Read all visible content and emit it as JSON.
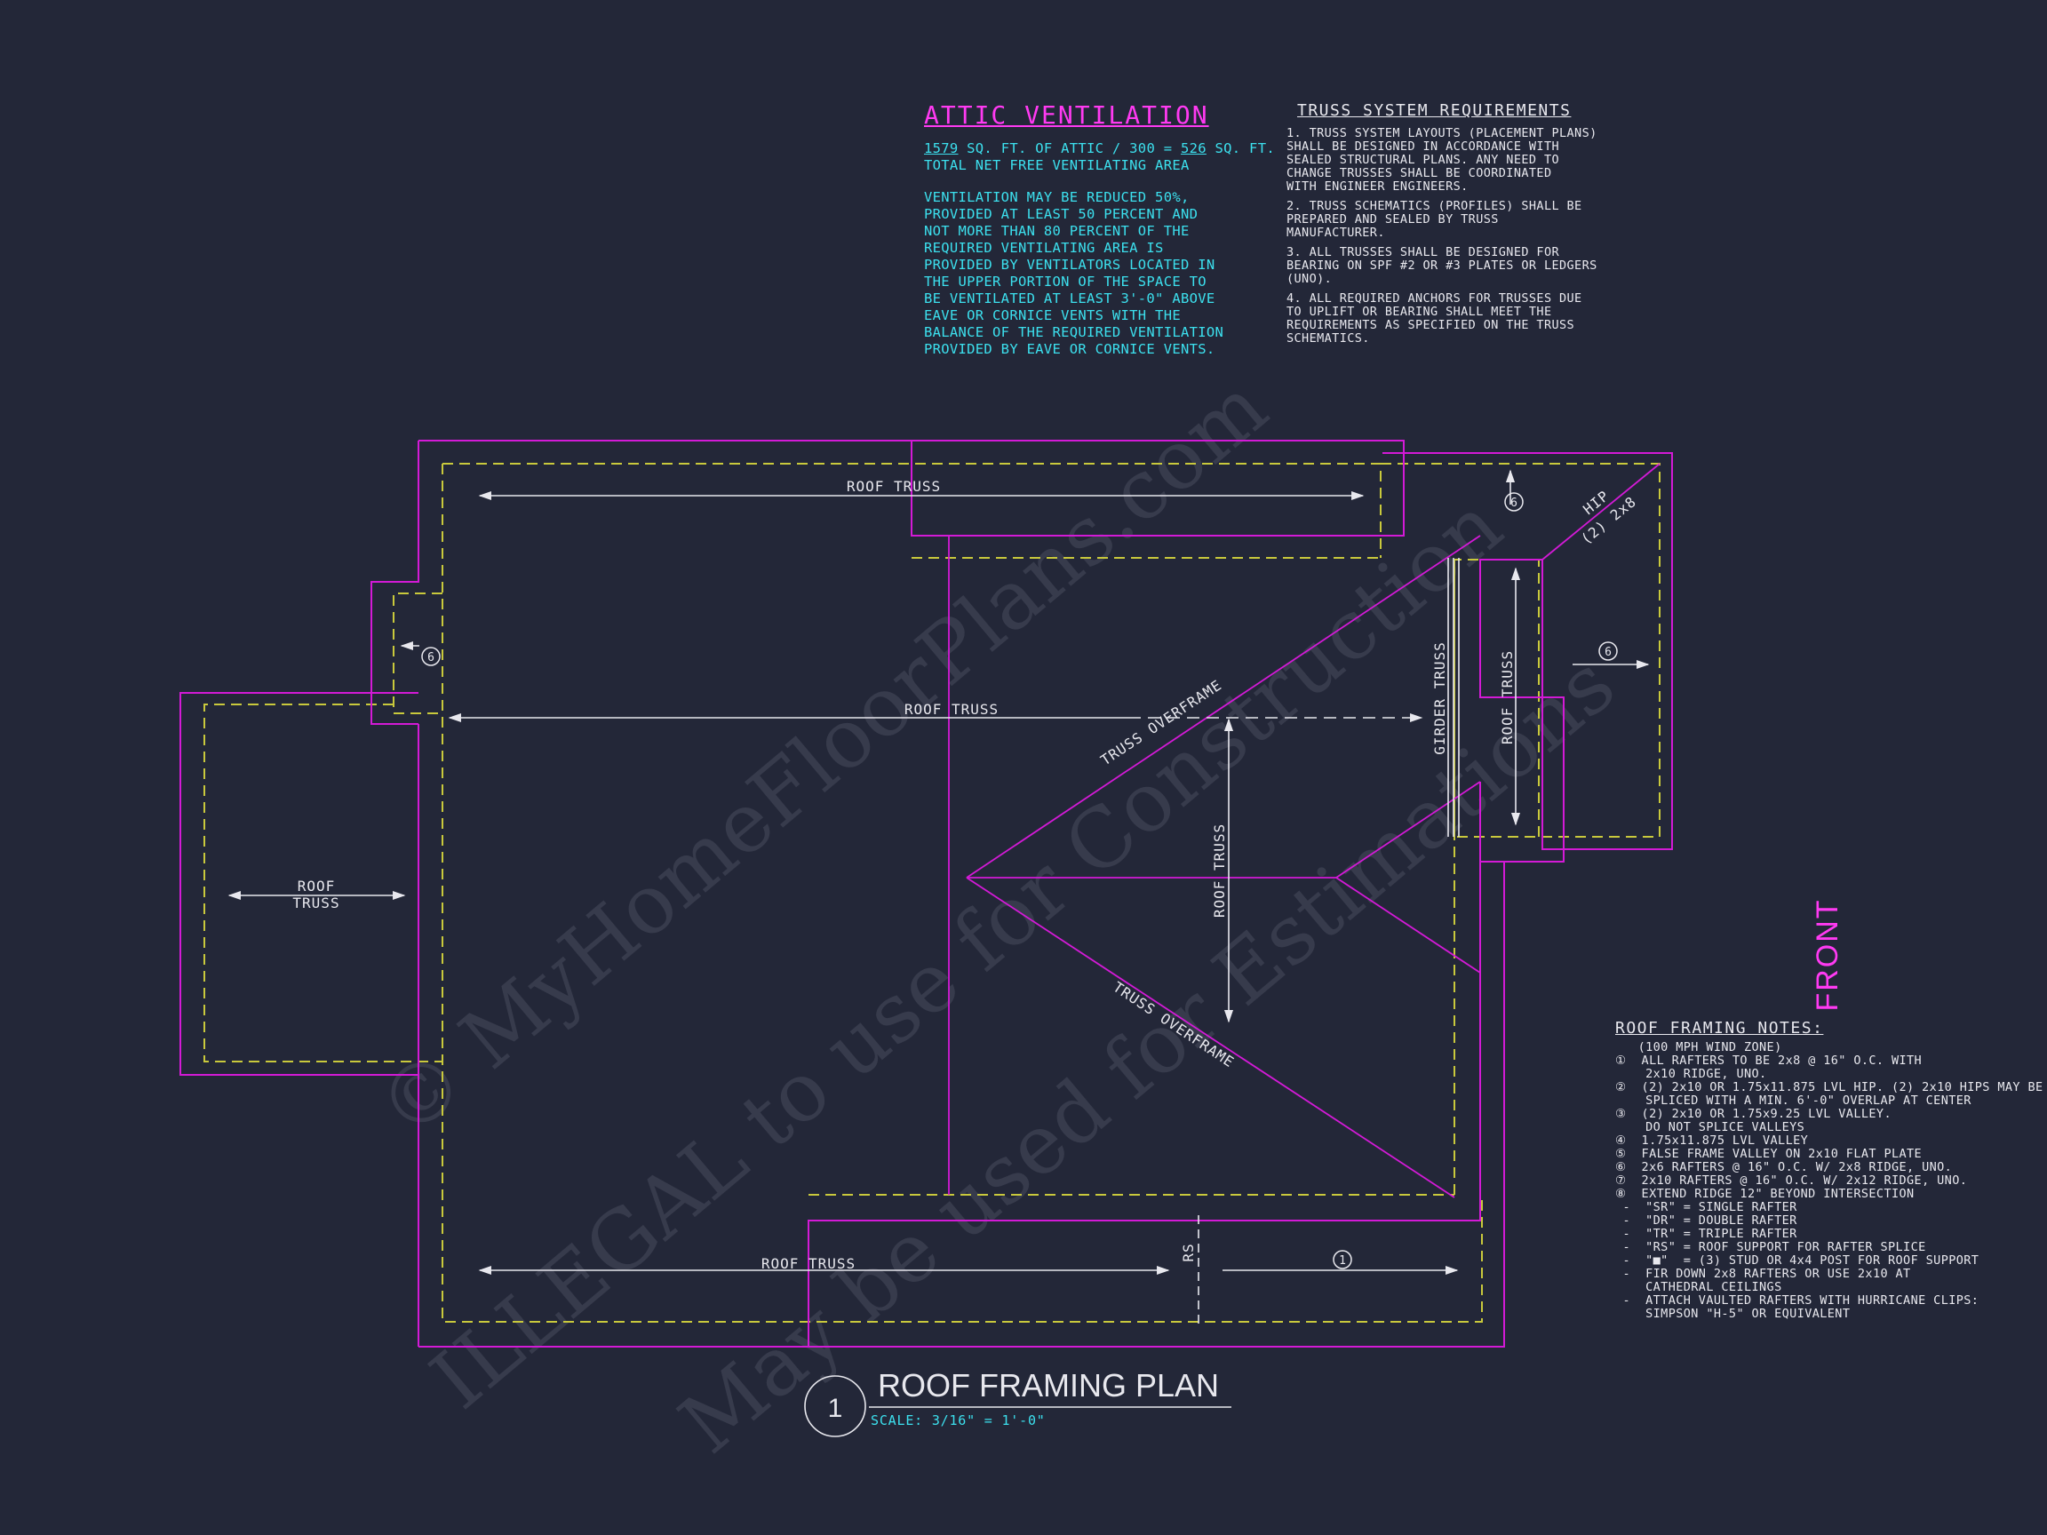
{
  "attic_ventilation": {
    "title": "ATTIC VENTILATION",
    "attic_area": "1579",
    "calc_mid": "SQ. FT. OF ATTIC / 300 =",
    "vent_area": "526",
    "calc_end": "SQ. FT.",
    "calc_line2": "TOTAL NET FREE VENTILATING AREA",
    "paragraph": [
      "VENTILATION MAY BE REDUCED 50%,",
      "PROVIDED AT LEAST 50 PERCENT AND",
      "NOT MORE THAN 80 PERCENT OF THE",
      "REQUIRED VENTILATING AREA IS",
      "PROVIDED BY VENTILATORS LOCATED IN",
      "THE UPPER PORTION OF THE SPACE TO",
      "BE VENTILATED AT LEAST 3'-0\" ABOVE",
      "EAVE OR CORNICE VENTS WITH THE",
      "BALANCE OF THE REQUIRED VENTILATION",
      "PROVIDED BY EAVE OR CORNICE VENTS."
    ]
  },
  "truss_requirements": {
    "title": "TRUSS SYSTEM REQUIREMENTS",
    "items": [
      [
        "1. TRUSS SYSTEM LAYOUTS (PLACEMENT PLANS)",
        "SHALL BE DESIGNED IN ACCORDANCE WITH",
        "SEALED STRUCTURAL PLANS. ANY NEED TO",
        "CHANGE TRUSSES SHALL BE COORDINATED",
        "WITH ENGINEER ENGINEERS."
      ],
      [
        "2. TRUSS SCHEMATICS (PROFILES) SHALL BE",
        "PREPARED AND SEALED BY TRUSS",
        "MANUFACTURER."
      ],
      [
        "3. ALL TRUSSES SHALL BE DESIGNED FOR",
        "BEARING ON SPF #2 OR #3 PLATES OR LEDGERS",
        "(UNO)."
      ],
      [
        "4. ALL REQUIRED ANCHORS FOR TRUSSES DUE",
        "TO UPLIFT OR BEARING SHALL MEET THE",
        "REQUIREMENTS AS SPECIFIED ON THE TRUSS",
        "SCHEMATICS."
      ]
    ]
  },
  "framing_notes": {
    "title": "ROOF FRAMING NOTES:",
    "lines": [
      "   (100 MPH WIND ZONE)",
      "①  ALL RAFTERS TO BE 2x8 @ 16\" O.C. WITH",
      "    2x10 RIDGE, UNO.",
      "②  (2) 2x10 OR 1.75x11.875 LVL HIP. (2) 2x10 HIPS MAY BE",
      "    SPLICED WITH A MIN. 6'-0\" OVERLAP AT CENTER",
      "③  (2) 2x10 OR 1.75x9.25 LVL VALLEY.",
      "    DO NOT SPLICE VALLEYS",
      "④  1.75x11.875 LVL VALLEY",
      "⑤  FALSE FRAME VALLEY ON 2x10 FLAT PLATE",
      "⑥  2x6 RAFTERS @ 16\" O.C. W/ 2x8 RIDGE, UNO.",
      "⑦  2x10 RAFTERS @ 16\" O.C. W/ 2x12 RIDGE, UNO.",
      "⑧  EXTEND RIDGE 12\" BEYOND INTERSECTION",
      " -  \"SR\" = SINGLE RAFTER",
      " -  \"DR\" = DOUBLE RAFTER",
      " -  \"TR\" = TRIPLE RAFTER",
      " -  \"RS\" = ROOF SUPPORT FOR RAFTER SPLICE",
      " -  \"■\"  = (3) STUD OR 4x4 POST FOR ROOF SUPPORT",
      " -  FIR DOWN 2x8 RAFTERS OR USE 2x10 AT",
      "    CATHEDRAL CEILINGS",
      " -  ATTACH VAULTED RAFTERS WITH HURRICANE CLIPS:",
      "    SIMPSON \"H-5\" OR EQUIVALENT"
    ]
  },
  "plan_labels": {
    "roof_truss": "ROOF TRUSS",
    "roof": "ROOF",
    "truss": "TRUSS",
    "truss_overframe": "TRUSS OVERFRAME",
    "girder_truss": "GIRDER TRUSS",
    "hip": "HIP",
    "hip_size": "(2) 2x8",
    "rs": "RS",
    "mark_6": "6",
    "mark_1": "1",
    "front": "FRONT"
  },
  "title_block": {
    "number": "1",
    "title": "ROOF FRAMING PLAN",
    "scale": "SCALE: 3/16\" = 1'-0\""
  },
  "watermark": {
    "line1": "© MyHomeFloorPlans.com",
    "line2": "ILLEGAL to use for Construction",
    "line3": "May be used for Estimations"
  },
  "colors": {
    "background": "#232738",
    "wall": "#d31ad6",
    "eave": "#c9c93c",
    "dim": "#e8e8ee",
    "note_cyan": "#3ce0ee",
    "accent_magenta": "#ff3af2"
  }
}
